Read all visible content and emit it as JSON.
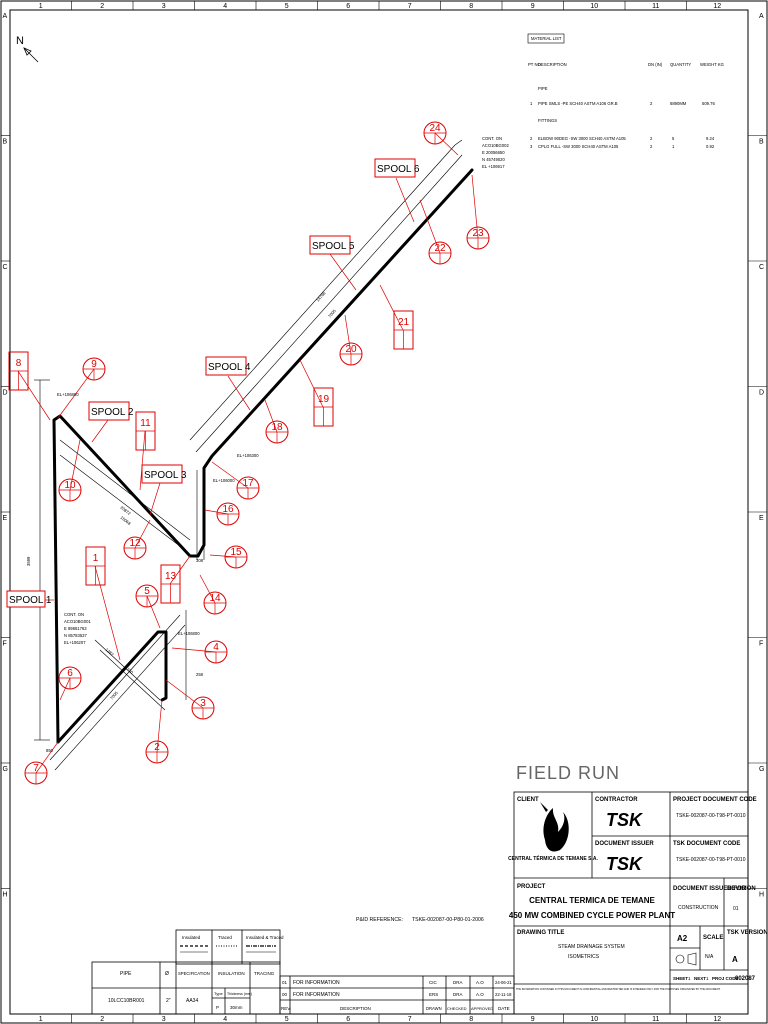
{
  "grid": {
    "columns": [
      "1",
      "2",
      "3",
      "4",
      "5",
      "6",
      "7",
      "8",
      "9",
      "10",
      "11",
      "12"
    ],
    "rows": [
      "A",
      "B",
      "C",
      "D",
      "E",
      "F",
      "G",
      "H"
    ]
  },
  "north_label": "N",
  "material_list": {
    "title": "MATERIAL LIST",
    "headers": {
      "pt_no": "PT NO",
      "description": "DESCRIPTION",
      "dn": "DN (IN)",
      "quantity": "QUANTITY",
      "weight": "WEIGHT KG"
    },
    "sections": [
      {
        "name": "PIPE",
        "rows": [
          {
            "pt": "1",
            "desc": "PIPE SMLS -PE SCH40 ASTM A106 GR.B",
            "dn": "2",
            "qty": "6890MM",
            "wt": "509.76"
          }
        ]
      },
      {
        "name": "FITTINGS",
        "rows": [
          {
            "pt": "2",
            "desc": "ELBOW 90DEG -SW 3000 SCH40 ASTM A105",
            "dn": "2",
            "qty": "5",
            "wt": "9.24"
          },
          {
            "pt": "3",
            "desc": "CPLG FULL -SW 3000 SCH40 ASTM A105",
            "dn": "2",
            "qty": "1",
            "wt": "0.92"
          }
        ]
      }
    ]
  },
  "spools": [
    {
      "id": "spool-1",
      "label": "SPOOL 1"
    },
    {
      "id": "spool-2",
      "label": "SPOOL 2"
    },
    {
      "id": "spool-3",
      "label": "SPOOL 3"
    },
    {
      "id": "spool-4",
      "label": "SPOOL 4"
    },
    {
      "id": "spool-5",
      "label": "SPOOL 5"
    },
    {
      "id": "spool-6",
      "label": "SPOOL 6"
    }
  ],
  "bubbles": [
    "2",
    "3",
    "4",
    "5",
    "6",
    "7",
    "9",
    "10",
    "12",
    "14",
    "15",
    "16",
    "17",
    "18",
    "20",
    "22",
    "23",
    "24"
  ],
  "square_tags": [
    "1",
    "8",
    "11",
    "13",
    "19",
    "21"
  ],
  "connections": {
    "top": {
      "label": "CONT. ON",
      "ref": "ACO10BG002",
      "e": "E 20056650",
      "n": "N 45749020",
      "el": "EL +106917"
    },
    "bottom": {
      "label": "CONT. ON",
      "ref": "ACO10BG001",
      "e": "E 89861763",
      "n": "N 85783537",
      "el": "EL+106207"
    }
  },
  "dimensions": {
    "d1": "3599",
    "d2": "20872",
    "d3": "15068",
    "d4": "2099",
    "d5": "14768",
    "d6": "7005",
    "d7": "7005",
    "d8": "1287",
    "d9": "1150",
    "d10": "258",
    "d11": "308",
    "d12": "850"
  },
  "elevations": {
    "el1": "EL+106800",
    "el2": "EL+106000",
    "el3": "EL+106800",
    "el4": "EL+106300"
  },
  "field_run": "FIELD RUN",
  "pid_reference": {
    "label": "P&ID REFERENCE:",
    "value": "TSKE-002087-00-P80-01-2006"
  },
  "title_block": {
    "client_label": "CLIENT",
    "client_name": "CENTRAL TÉRMICA DE TEMANE S.A.",
    "contractor_label": "CONTRACTOR",
    "contractor_logo": "TSK",
    "document_issuer_label": "DOCUMENT ISSUER",
    "issuer_logo": "TSK",
    "project_doc_code_label": "PROJECT DOCUMENT CODE",
    "project_doc_code": "TSKE-002087-00-T98-PT-0010",
    "tsk_doc_code_label": "TSK DOCUMENT CODE",
    "tsk_doc_code": "TSKE-002087-00-T98-PT-0010",
    "project_label": "PROJECT",
    "project_line1": "CENTRAL TERMICA DE TEMANE",
    "project_line2": "450 MW COMBINED CYCLE POWER PLANT",
    "doc_issued_for_label": "DOCUMENT ISSUED FOR",
    "doc_issued_for": "CONSTRUCTION",
    "revision_label": "REVISION",
    "revision": "01",
    "drawing_title_label": "DRAWING TITLE",
    "drawing_title1": "STEAM DRAINAGE SYSTEM",
    "drawing_title2": "ISOMETRICS",
    "size": "A2",
    "scale_label": "SCALE",
    "scale": "N/A",
    "tsk_version_label": "TSK VERSION",
    "tsk_version": "A",
    "sheet_label": "SHEET",
    "sheet": "1",
    "next_label": "NEXT",
    "next": "1",
    "projcode_label": "PROJ CODE",
    "projcode": "002087"
  },
  "legend": {
    "items": [
      "Insulated",
      "Traced",
      "Insulated & Traced"
    ]
  },
  "line_table": {
    "headers": [
      "PIPE",
      "Ø",
      "SPECIFICATION",
      "INSULATION",
      "TRACING"
    ],
    "subheaders": [
      "Type",
      "Thickness (mm)"
    ],
    "row": {
      "pipe": "10LCC10BR001",
      "dia": "2\"",
      "spec": "AA34",
      "ins_type": "P",
      "ins_thk": "30mm",
      "tracing": ""
    }
  },
  "revisions": {
    "headers": [
      "REV.",
      "DESCRIPTION",
      "DRAWN",
      "CHECKED",
      "APPROVED",
      "DATE"
    ],
    "rows": [
      {
        "rev": "01",
        "desc": "FOR INFORMATION",
        "drawn": "CIC",
        "checked": "DRA",
        "approved": "A.O",
        "date": "24-06-21"
      },
      {
        "rev": "00",
        "desc": "FOR INFORMATION",
        "drawn": "ERS",
        "checked": "DRA",
        "approved": "A.O",
        "date": "22-11-18"
      }
    ]
  },
  "confidentiality": "THE INFORMATION CONTAINED IN THIS DOCUMENT IS CONFIDENTIAL AND RESTRICTED AND IS INTENDED ONLY FOR THE PURPOSES ORIGINATED BY THE DOCUMENT."
}
